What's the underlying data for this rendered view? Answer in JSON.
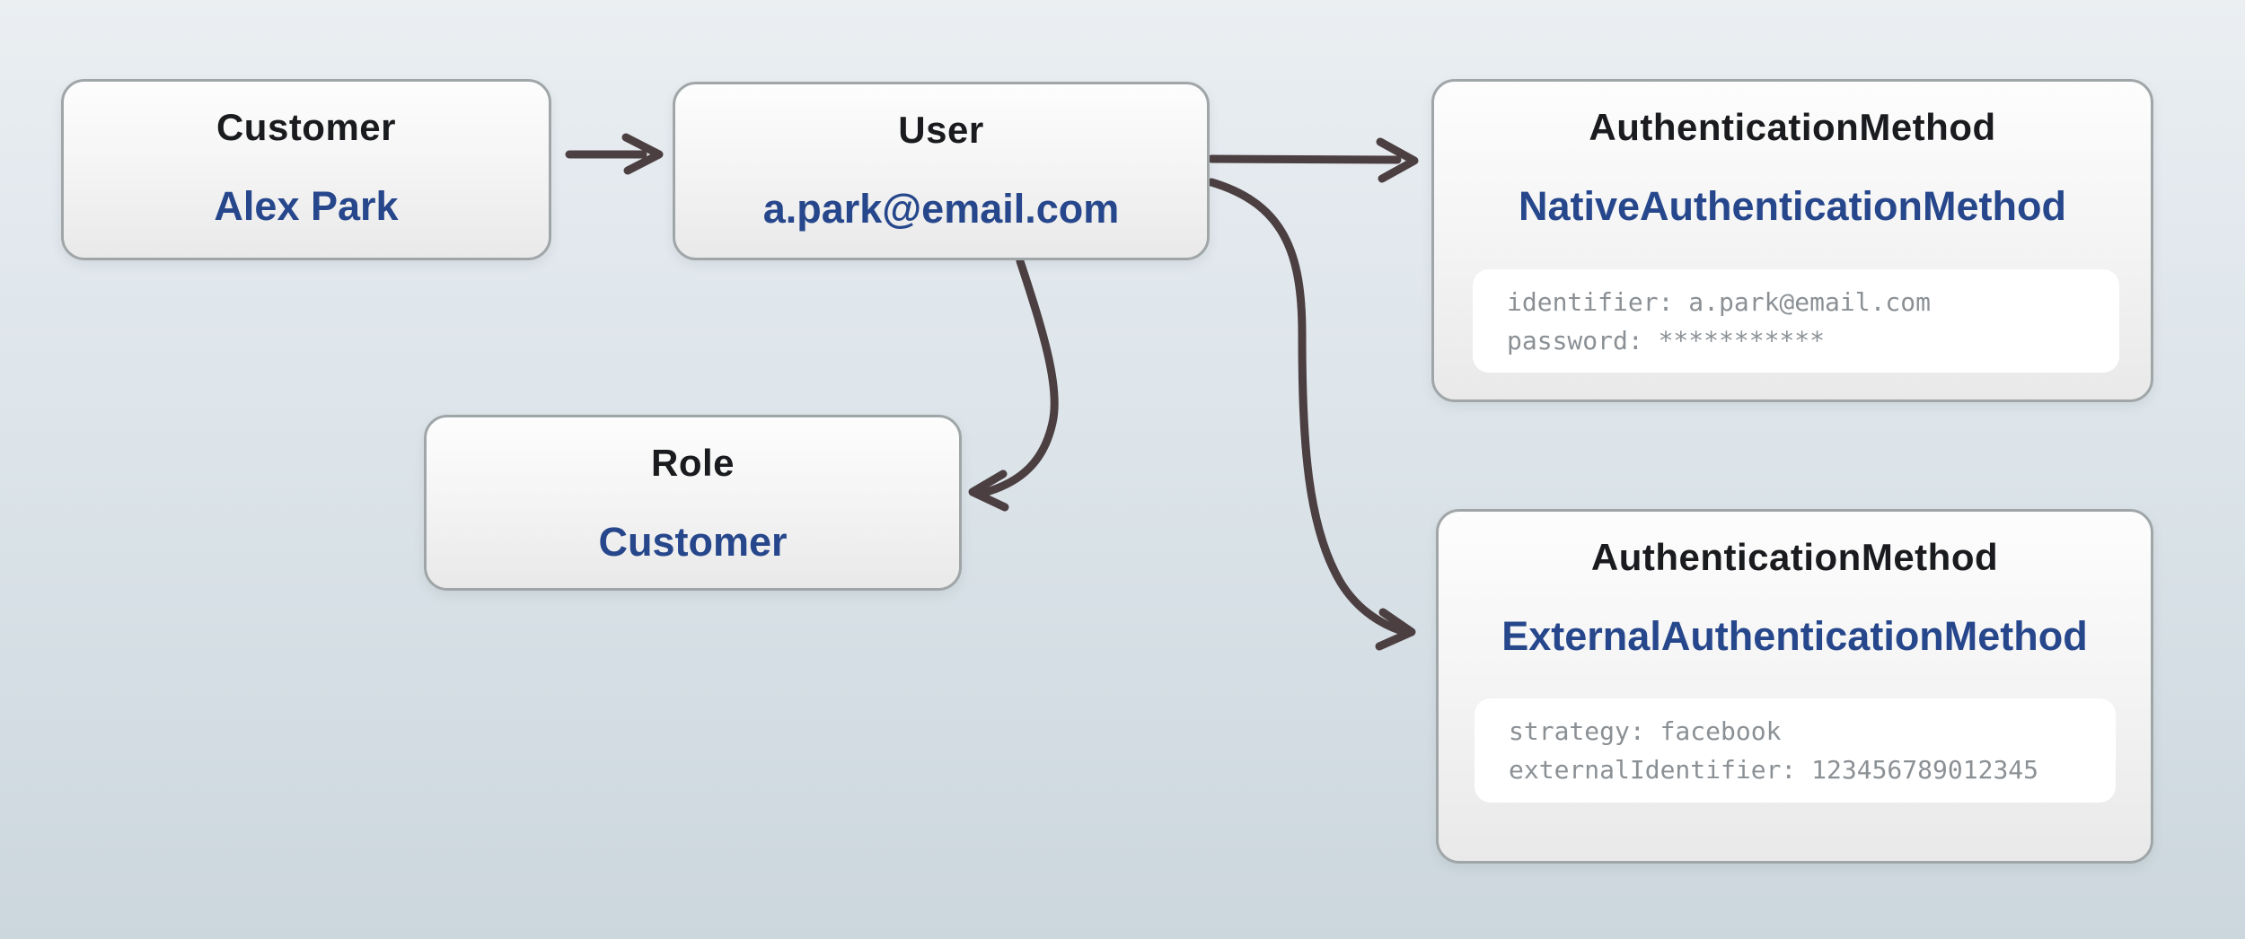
{
  "diagram": {
    "nodes": {
      "customer": {
        "title": "Customer",
        "value": "Alex Park"
      },
      "user": {
        "title": "User",
        "value": "a.park@email.com"
      },
      "role": {
        "title": "Role",
        "value": "Customer"
      },
      "native_auth": {
        "title": "AuthenticationMethod",
        "value": "NativeAuthenticationMethod",
        "lines": [
          "identifier: a.park@email.com",
          "password: ***********"
        ]
      },
      "external_auth": {
        "title": "AuthenticationMethod",
        "value": "ExternalAuthenticationMethod",
        "lines": [
          "strategy: facebook",
          "externalIdentifier: 123456789012345"
        ]
      }
    },
    "edges": [
      {
        "from": "customer",
        "to": "user"
      },
      {
        "from": "user",
        "to": "native_auth"
      },
      {
        "from": "user",
        "to": "role"
      },
      {
        "from": "user",
        "to": "external_auth"
      }
    ],
    "colors": {
      "accent_blue": "#27478c",
      "title_text": "#1a1b1e",
      "attribute_text": "#8b9095",
      "arrow": "#4c3f41",
      "node_border": "#a0a6a8",
      "background_top": "#ebeff2",
      "background_bottom": "#ccd7dd"
    }
  }
}
